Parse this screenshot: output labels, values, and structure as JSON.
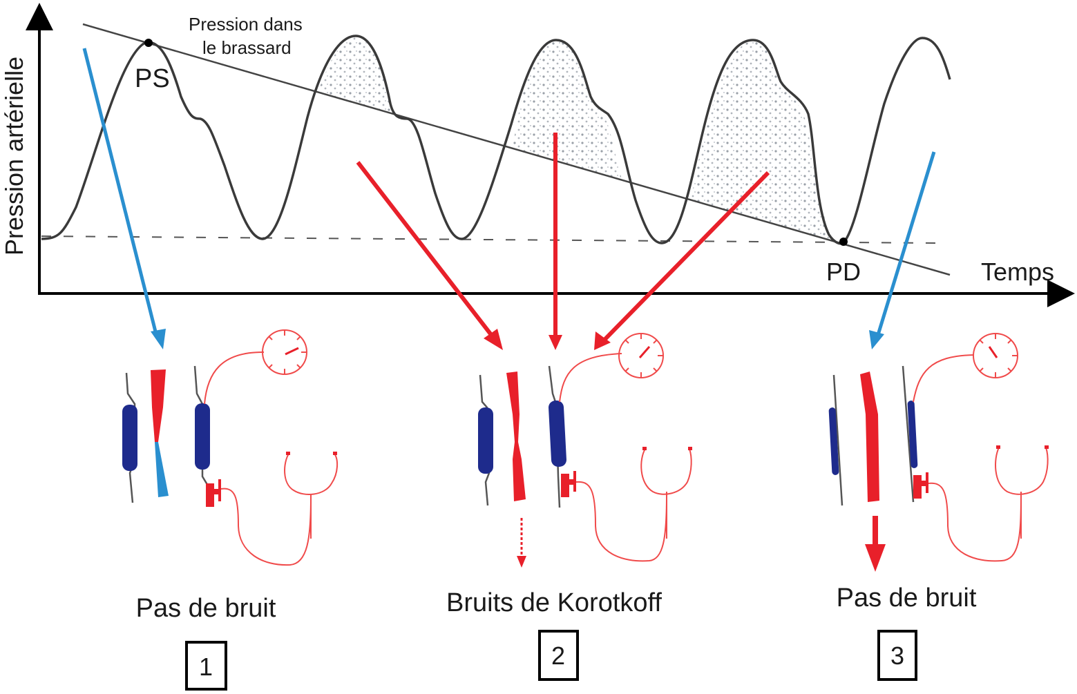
{
  "diagram": {
    "y_axis_label": "Pression artérielle",
    "x_axis_label": "Temps",
    "cuff_pressure_label_line1": "Pression dans",
    "cuff_pressure_label_line2": "le brassard",
    "systolic_label": "PS",
    "diastolic_label": "PD",
    "colors": {
      "curve": "#3a3a3a",
      "artery_red": "#e8202a",
      "vein_blue": "#1e2b8c",
      "flow_blue": "#2a8fcf",
      "arrow_blue": "#2a8fcf",
      "arrow_red": "#e8202a",
      "instrument_red": "#f04a4a"
    },
    "panels": [
      {
        "number": "1",
        "caption": "Pas de bruit",
        "artery_state": "occluded"
      },
      {
        "number": "2",
        "caption": "Bruits de Korotkoff",
        "artery_state": "partially-open"
      },
      {
        "number": "3",
        "caption": "Pas de bruit",
        "artery_state": "open"
      }
    ]
  }
}
